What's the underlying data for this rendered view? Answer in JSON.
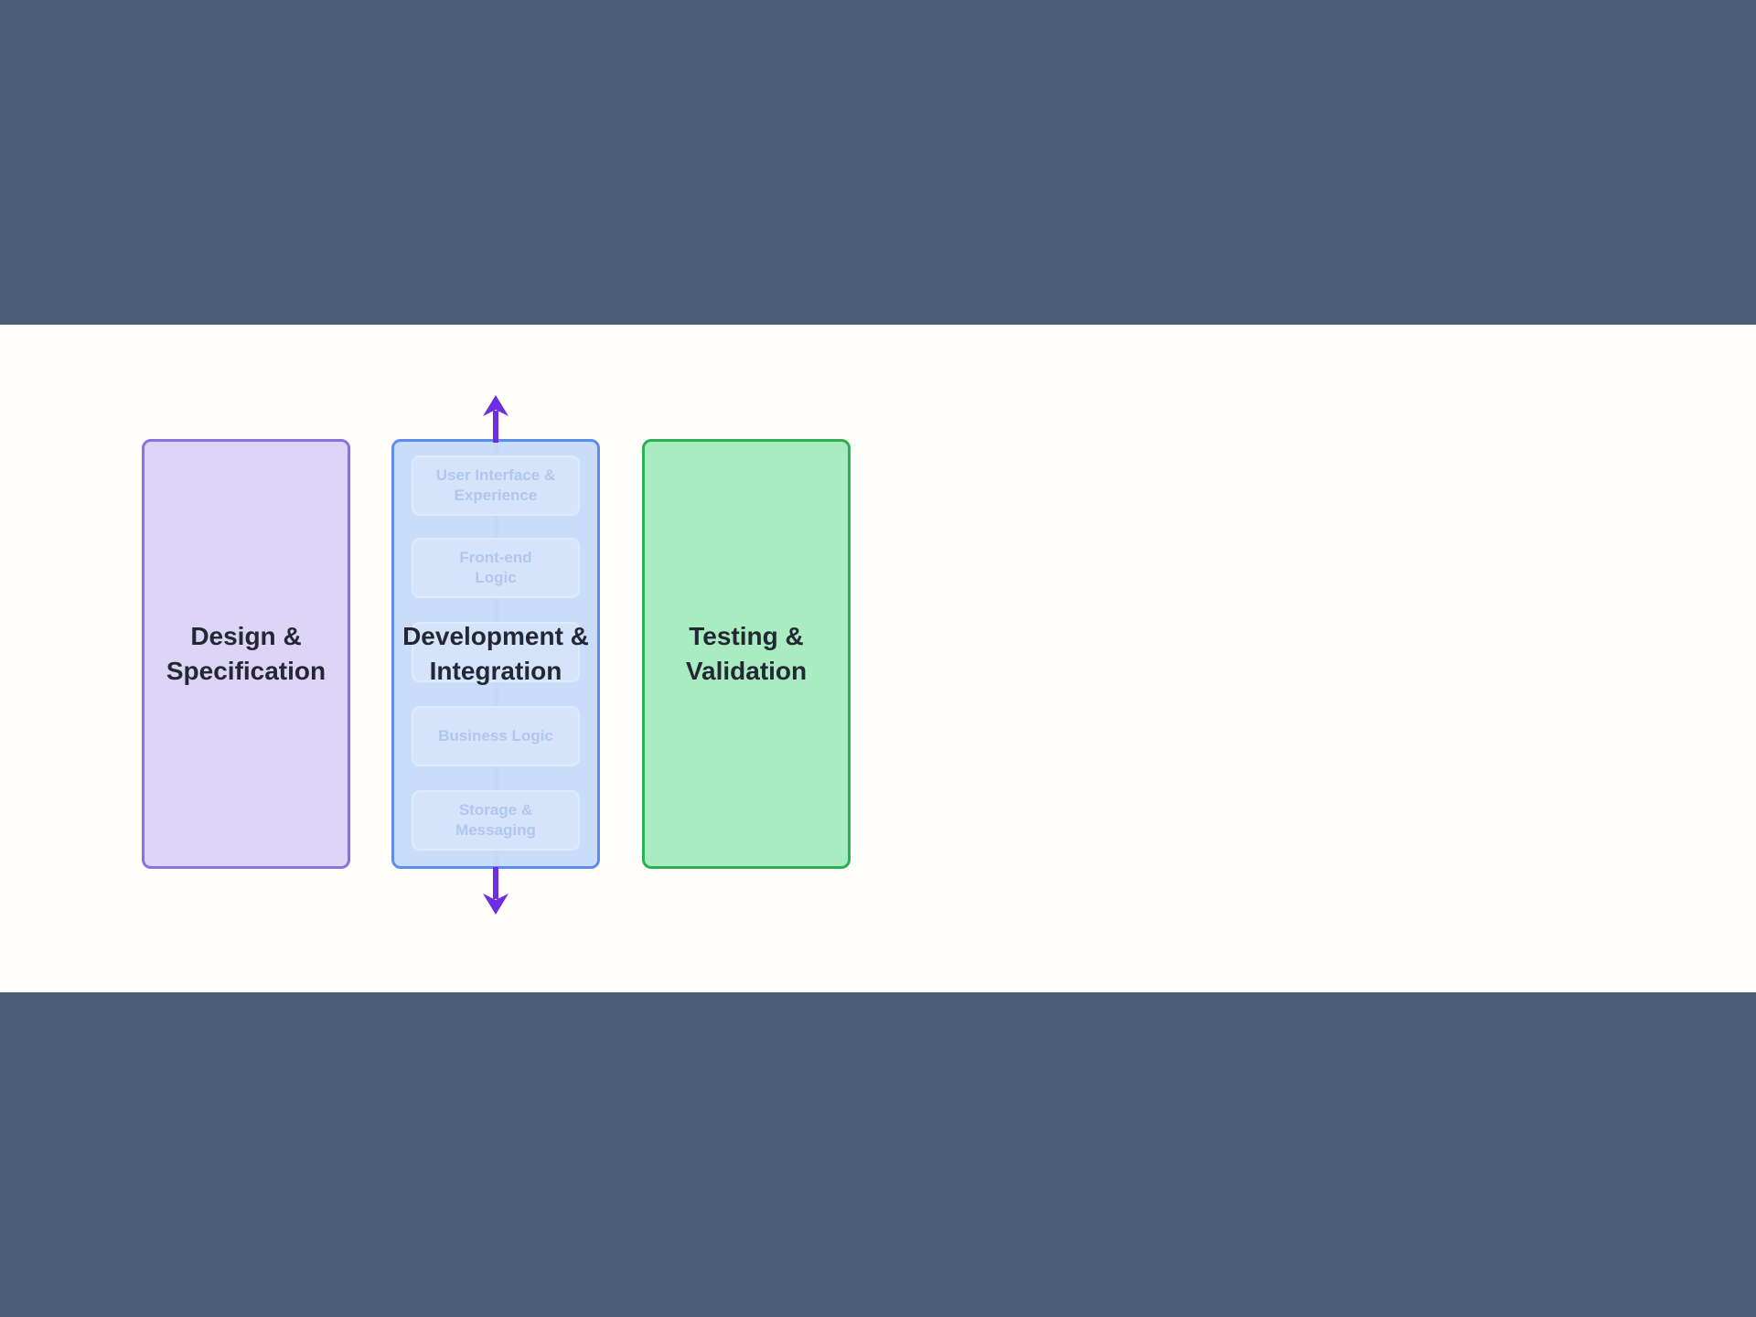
{
  "slide": {
    "letterbox_band_color": "#4a5e78",
    "canvas_color": "#fffefb"
  },
  "diagram": {
    "label_text_color": "#232834",
    "design_box": {
      "label_lines": [
        "Design &",
        "Specification"
      ],
      "fill": "#dcd5f6",
      "border": "#8973de"
    },
    "development_box": {
      "label_lines": [
        "Development &",
        "Integration"
      ],
      "fill": "#c9dcf9",
      "border": "#5b8cef",
      "sub_box_text_color": "#b2c7ee",
      "sub_boxes": [
        {
          "label_lines": [
            "User Interface &",
            "Experience"
          ]
        },
        {
          "label_lines": [
            "Front-end",
            "Logic"
          ]
        },
        {
          "label_lines": [
            "",
            ""
          ]
        },
        {
          "label_lines": [
            "Business Logic",
            ""
          ]
        },
        {
          "label_lines": [
            "Storage &",
            "Messaging"
          ]
        }
      ]
    },
    "testing_box": {
      "label_lines": [
        "Testing &",
        "Validation"
      ],
      "fill": "#a9ecc2",
      "border": "#2fae55"
    },
    "flow_arrow": {
      "color": "#6d2ee2",
      "top_direction": "up",
      "bottom_direction": "down"
    }
  }
}
